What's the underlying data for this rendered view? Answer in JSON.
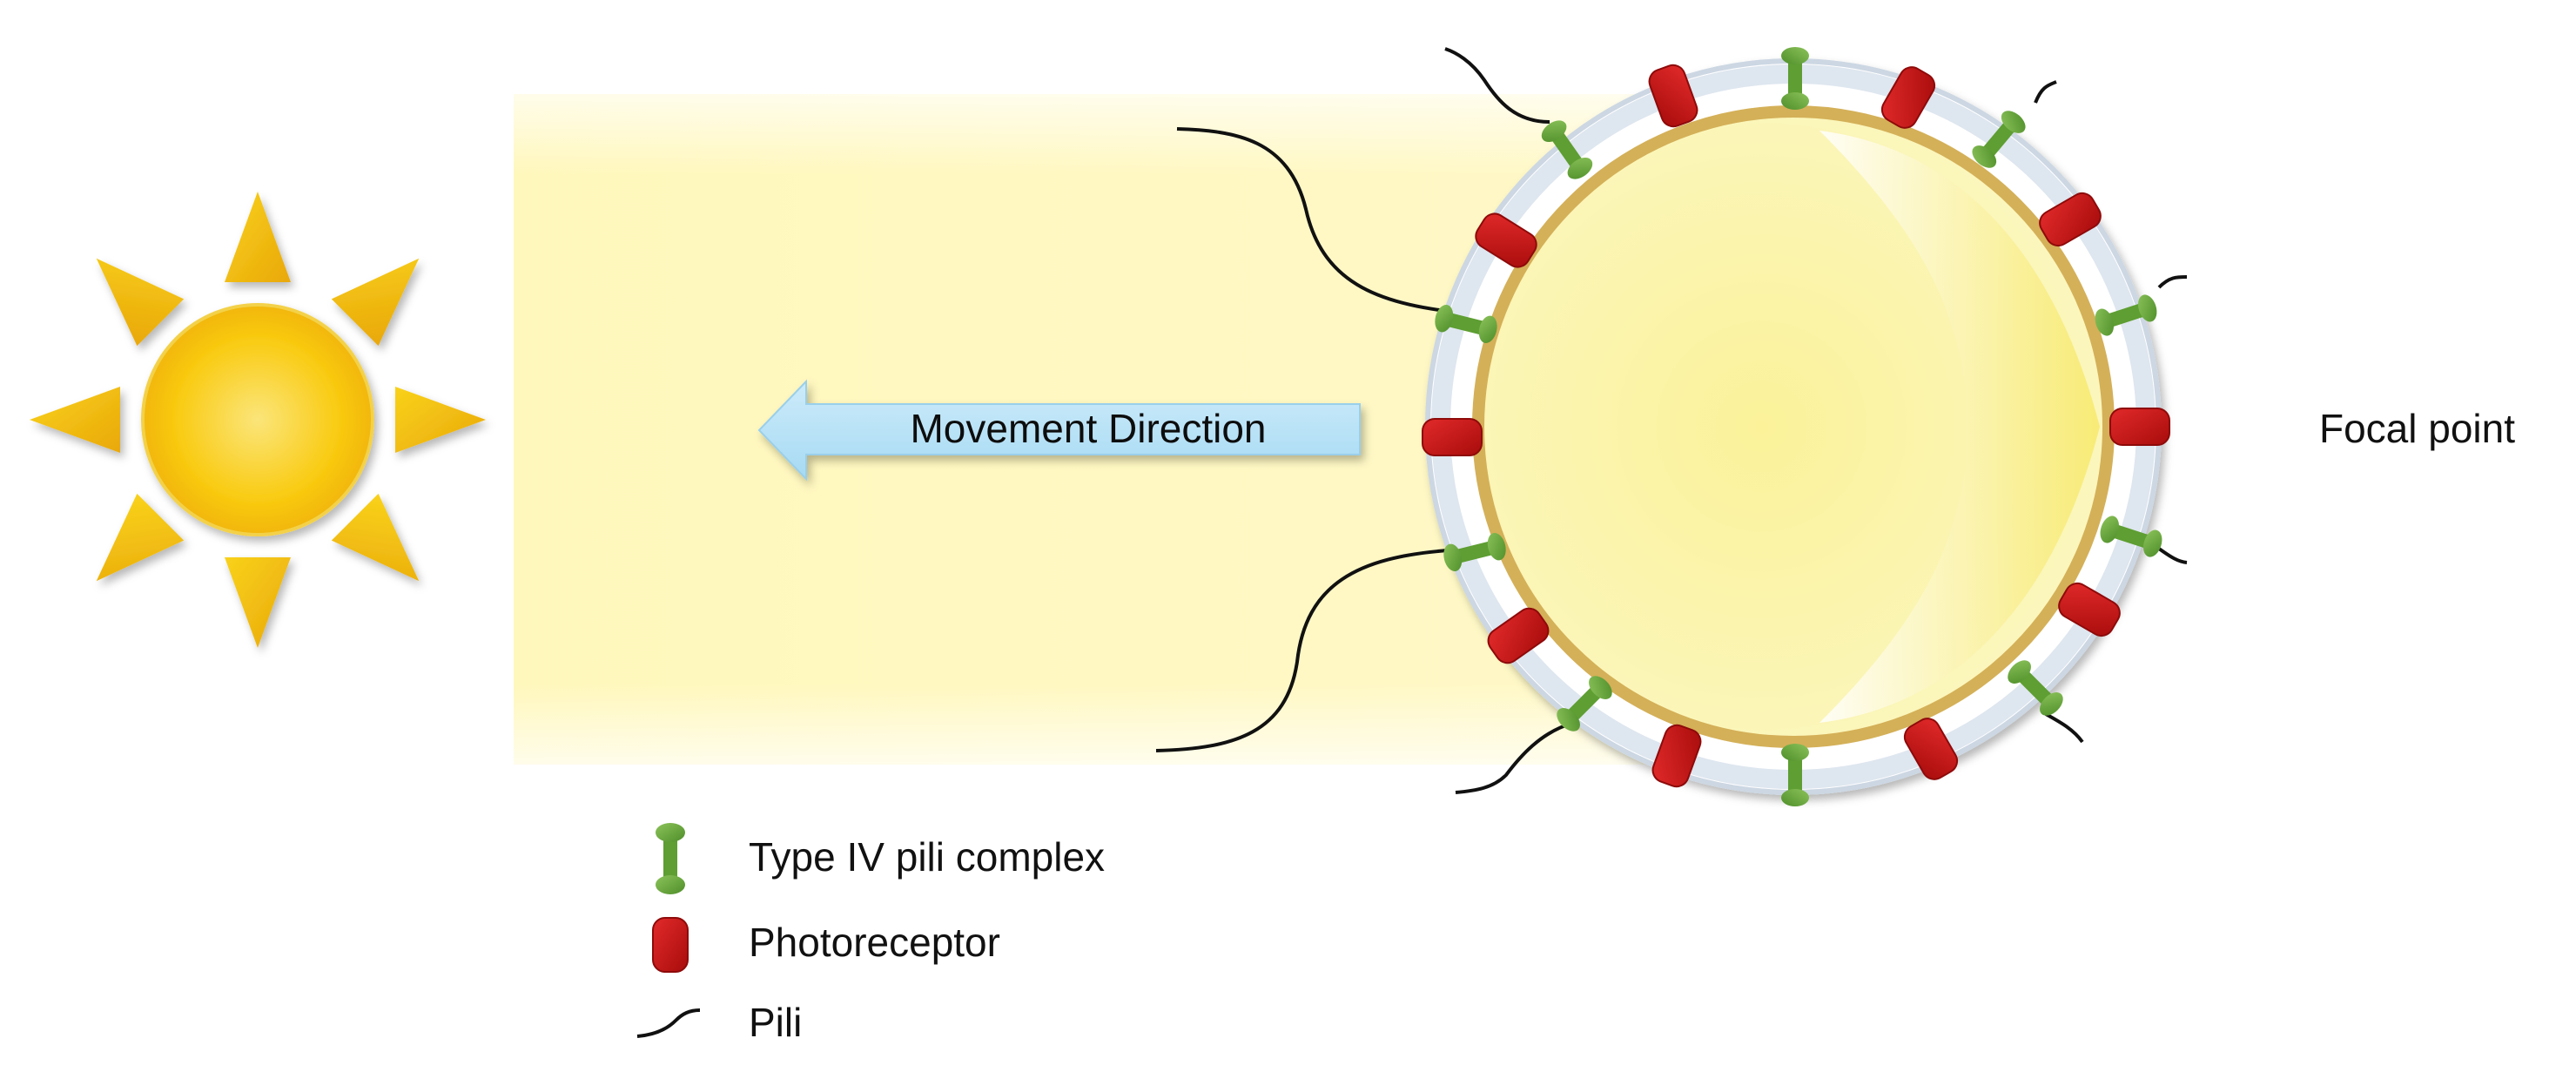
{
  "diagram": {
    "arrow_label": "Movement Direction",
    "focal_label": "Focal point",
    "legend": [
      {
        "icon": "pili-complex-icon",
        "label": "Type IV pili complex"
      },
      {
        "icon": "photoreceptor-icon",
        "label": "Photoreceptor"
      },
      {
        "icon": "pili-icon",
        "label": "Pili"
      }
    ],
    "colors": {
      "sun_body": "#F9C90A",
      "sun_ray": "#F2B70A",
      "light_beam": "#FFF7B3",
      "arrow_fill": "#B9E4F8",
      "membrane_outer": "#DCE4EE",
      "membrane_inner": "#D7B55A",
      "cell_interior": "#FBF4A8",
      "pili_complex": "#6BAA3C",
      "photoreceptor": "#CC1212",
      "pili_line": "#111111"
    }
  }
}
